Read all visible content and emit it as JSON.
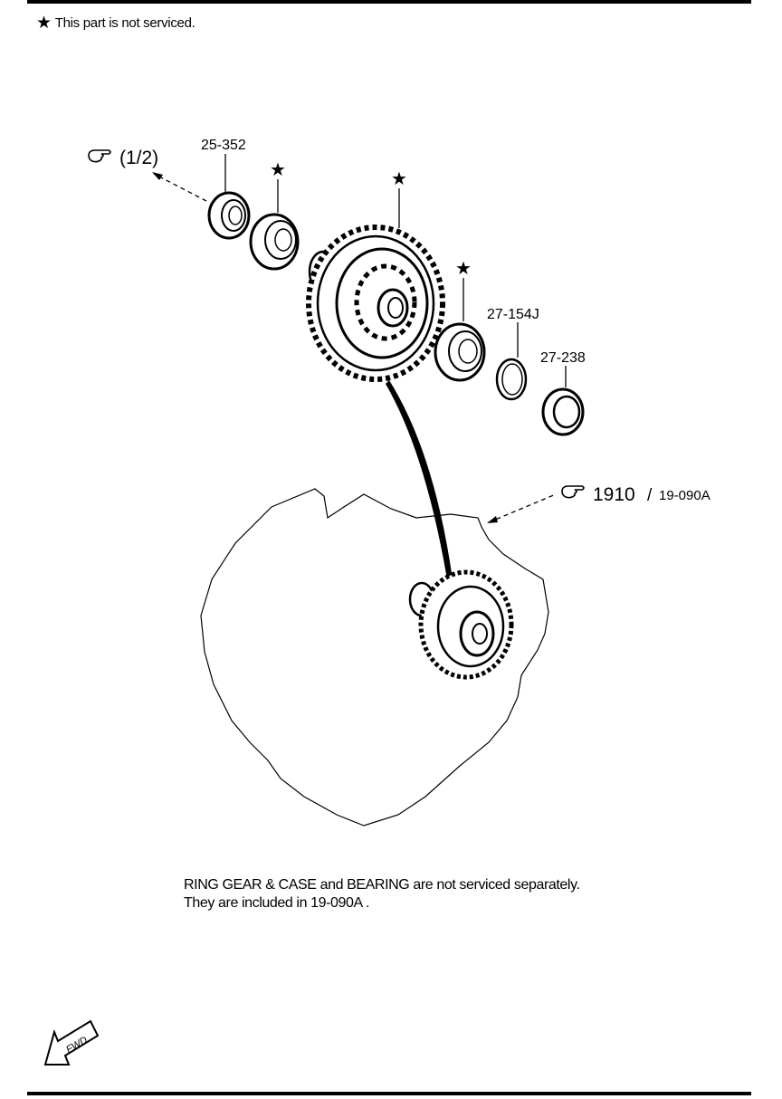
{
  "note": {
    "star_glyph": "★",
    "text": "This part is not serviced."
  },
  "references": {
    "upper_ref": "(1/2)",
    "lower_ref_main": "1910",
    "lower_ref_sep": "/",
    "lower_ref_sub": "19-090A"
  },
  "parts": {
    "bearing_left": "25-352",
    "shim": "27-154J",
    "oil_seal": "27-238"
  },
  "caption": {
    "line1": "RING GEAR & CASE and BEARING are not serviced separately.",
    "line2": "They are included in  19-090A ."
  },
  "fwd": "FWD",
  "icons": {
    "reference": "pointing-hand-icon",
    "not_serviced": "star-icon",
    "forward": "fwd-arrow-icon"
  }
}
